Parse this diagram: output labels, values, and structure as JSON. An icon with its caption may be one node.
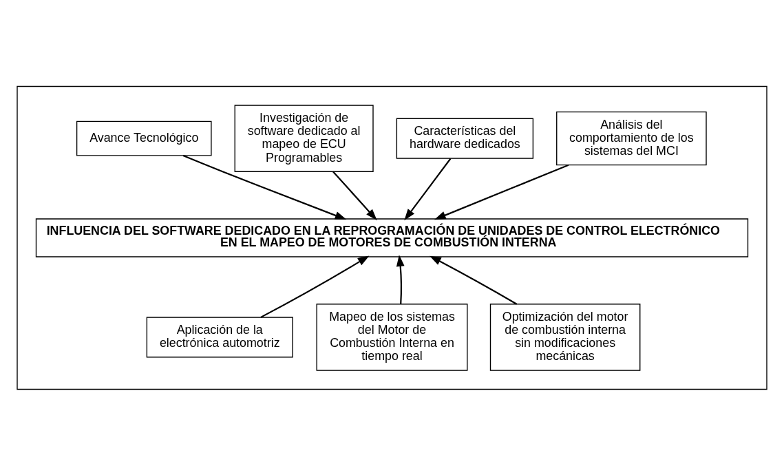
{
  "diagram": {
    "nodes": [
      {
        "text": [],
        "shape": "box"
      },
      {
        "text": [
          "Avance Tecnológico"
        ],
        "in": 0
      },
      {
        "text": [
          "Investigación de software dedicado al mapeo de ECU Programables"
        ],
        "in": 0
      },
      {
        "text": [
          "Características del hardware dedicados"
        ],
        "in": 0
      },
      {
        "text": [
          "Análisis del comportamiento de los sistemas del MCI"
        ],
        "in": 0
      },
      {
        "text": [
          "INFLUENCIA DEL SOFTWARE DEDICADO EN LA REPROGRAMACIÓN DE UNIDADES DE CONTROL ELECTRÓNICO EN EL MAPEO DE MOTORES DE COMBUSTIÓN INTERNA"
        ],
        "in": 0
      },
      {
        "text": [
          "Aplicación de la electrónica automotriz"
        ],
        "in": 0
      },
      {
        "text": [
          "Mapeo de los sistemas del Motor de Combustión Interna en tiempo real"
        ],
        "in": 0
      },
      {
        "text": [
          "Optimización del motor de combustión interna sin modificaciones mecánicas"
        ],
        "in": 0
      }
    ],
    "edges": [
      {
        "from": 1,
        "to": 5,
        "arrow": "to"
      },
      {
        "from": 2,
        "to": 5,
        "arrow": "to"
      },
      {
        "from": 3,
        "to": 5,
        "arrow": "to"
      },
      {
        "from": 4,
        "to": 5,
        "arrow": "to"
      },
      {
        "from": 6,
        "to": 5,
        "arrow": "to"
      },
      {
        "from": 7,
        "to": 5,
        "arrow": "to"
      },
      {
        "from": 8,
        "to": 5,
        "arrow": "to"
      }
    ]
  }
}
